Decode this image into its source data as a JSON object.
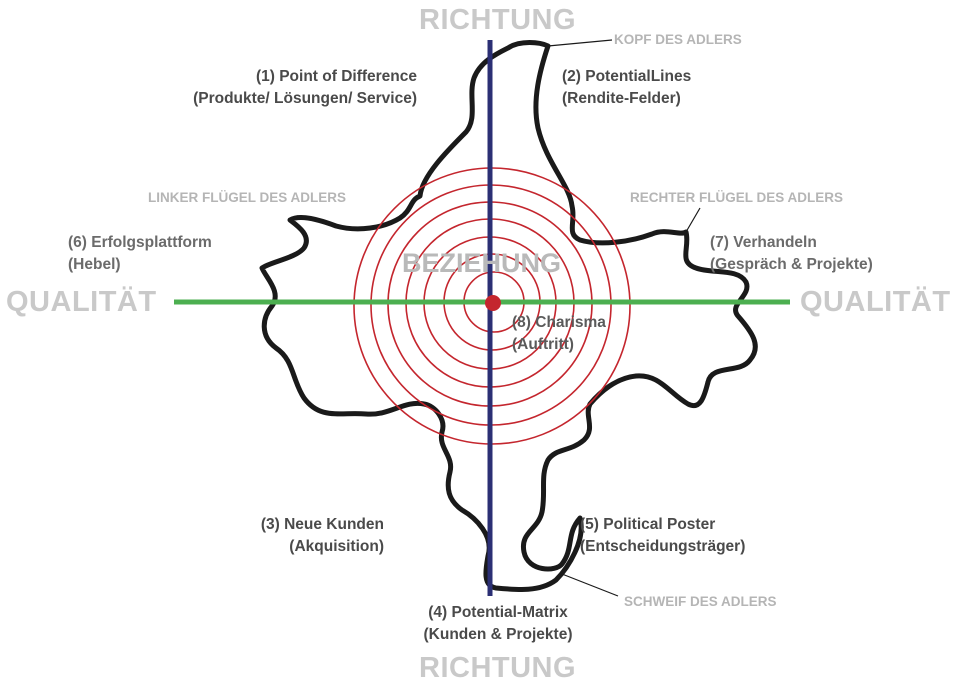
{
  "axes": {
    "richtung_top": "RICHTUNG",
    "richtung_bottom": "RICHTUNG",
    "qualitaet_left": "QUALITÄT",
    "qualitaet_right": "QUALITÄT",
    "center": "BEZIEHUNG",
    "vertical_color": "#2b2f74",
    "horizontal_color": "#4caf50",
    "rings_color": "#c4262e"
  },
  "eagle_parts": {
    "head": "KOPF DES ADLERS",
    "left_wing": "LINKER FLÜGEL DES ADLERS",
    "right_wing": "RECHTER FLÜGEL DES ADLERS",
    "tail": "SCHWEIF DES ADLERS"
  },
  "sections": {
    "s1": {
      "title": "(1) Point of Difference",
      "sub": "(Produkte/ Lösungen/ Service)"
    },
    "s2": {
      "title": "(2) PotentialLines",
      "sub": "(Rendite-Felder)"
    },
    "s3": {
      "title": "(3) Neue Kunden",
      "sub": "(Akquisition)"
    },
    "s4": {
      "title": "(4) Potential-Matrix",
      "sub": "(Kunden & Projekte)"
    },
    "s5": {
      "title": "(5) Political Poster",
      "sub": "(Entscheidungsträger)"
    },
    "s6": {
      "title": "(6) Erfolgsplattform",
      "sub": "(Hebel)"
    },
    "s7": {
      "title": "(7) Verhandeln",
      "sub": "(Gespräch & Projekte)"
    },
    "s8": {
      "title": "(8) Charisma",
      "sub": "(Auftritt)"
    }
  }
}
